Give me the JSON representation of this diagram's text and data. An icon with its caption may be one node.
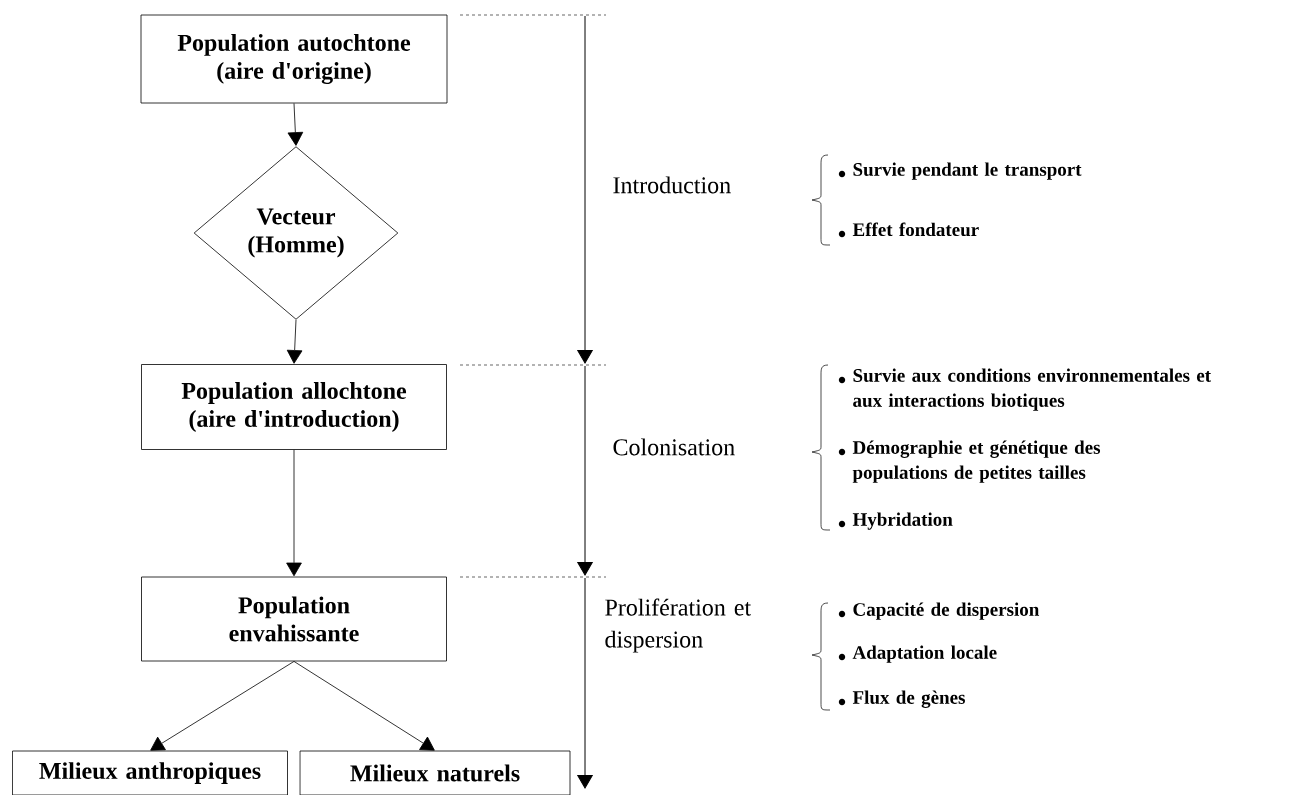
{
  "diagram": {
    "nodes": [
      {
        "text": [
          "Population autochtone (aire d'origine)"
        ]
      },
      {
        "text": [
          "Vecteur (Homme)"
        ]
      },
      {
        "text": [
          "Population allochtone (aire d'introduction)"
        ]
      },
      {
        "text": [
          "Population envahissante"
        ]
      },
      {
        "text": [
          "Milieux anthropiques"
        ]
      },
      {
        "text": [
          "Milieux naturels"
        ]
      }
    ],
    "edges": [
      {
        "from": 0,
        "to": 1,
        "arrow": "to"
      },
      {
        "from": 1,
        "to": 2,
        "arrow": "to"
      },
      {
        "from": 2,
        "to": 3,
        "arrow": "to"
      },
      {
        "from": 3,
        "to": 4,
        "arrow": "to"
      },
      {
        "from": 3,
        "to": 5,
        "arrow": "to"
      }
    ],
    "labels": [
      "Introduction",
      "Survie pendant le transport",
      "Effet fondateur",
      "Colonisation",
      "Survie aux conditions environnementales et aux interactions biotiques",
      "Démographie et génétique des populations de petites tailles",
      "Hybridation",
      "Prolifération et dispersion",
      "Capacité de dispersion",
      "Adaptation locale",
      "Flux de gènes"
    ]
  }
}
